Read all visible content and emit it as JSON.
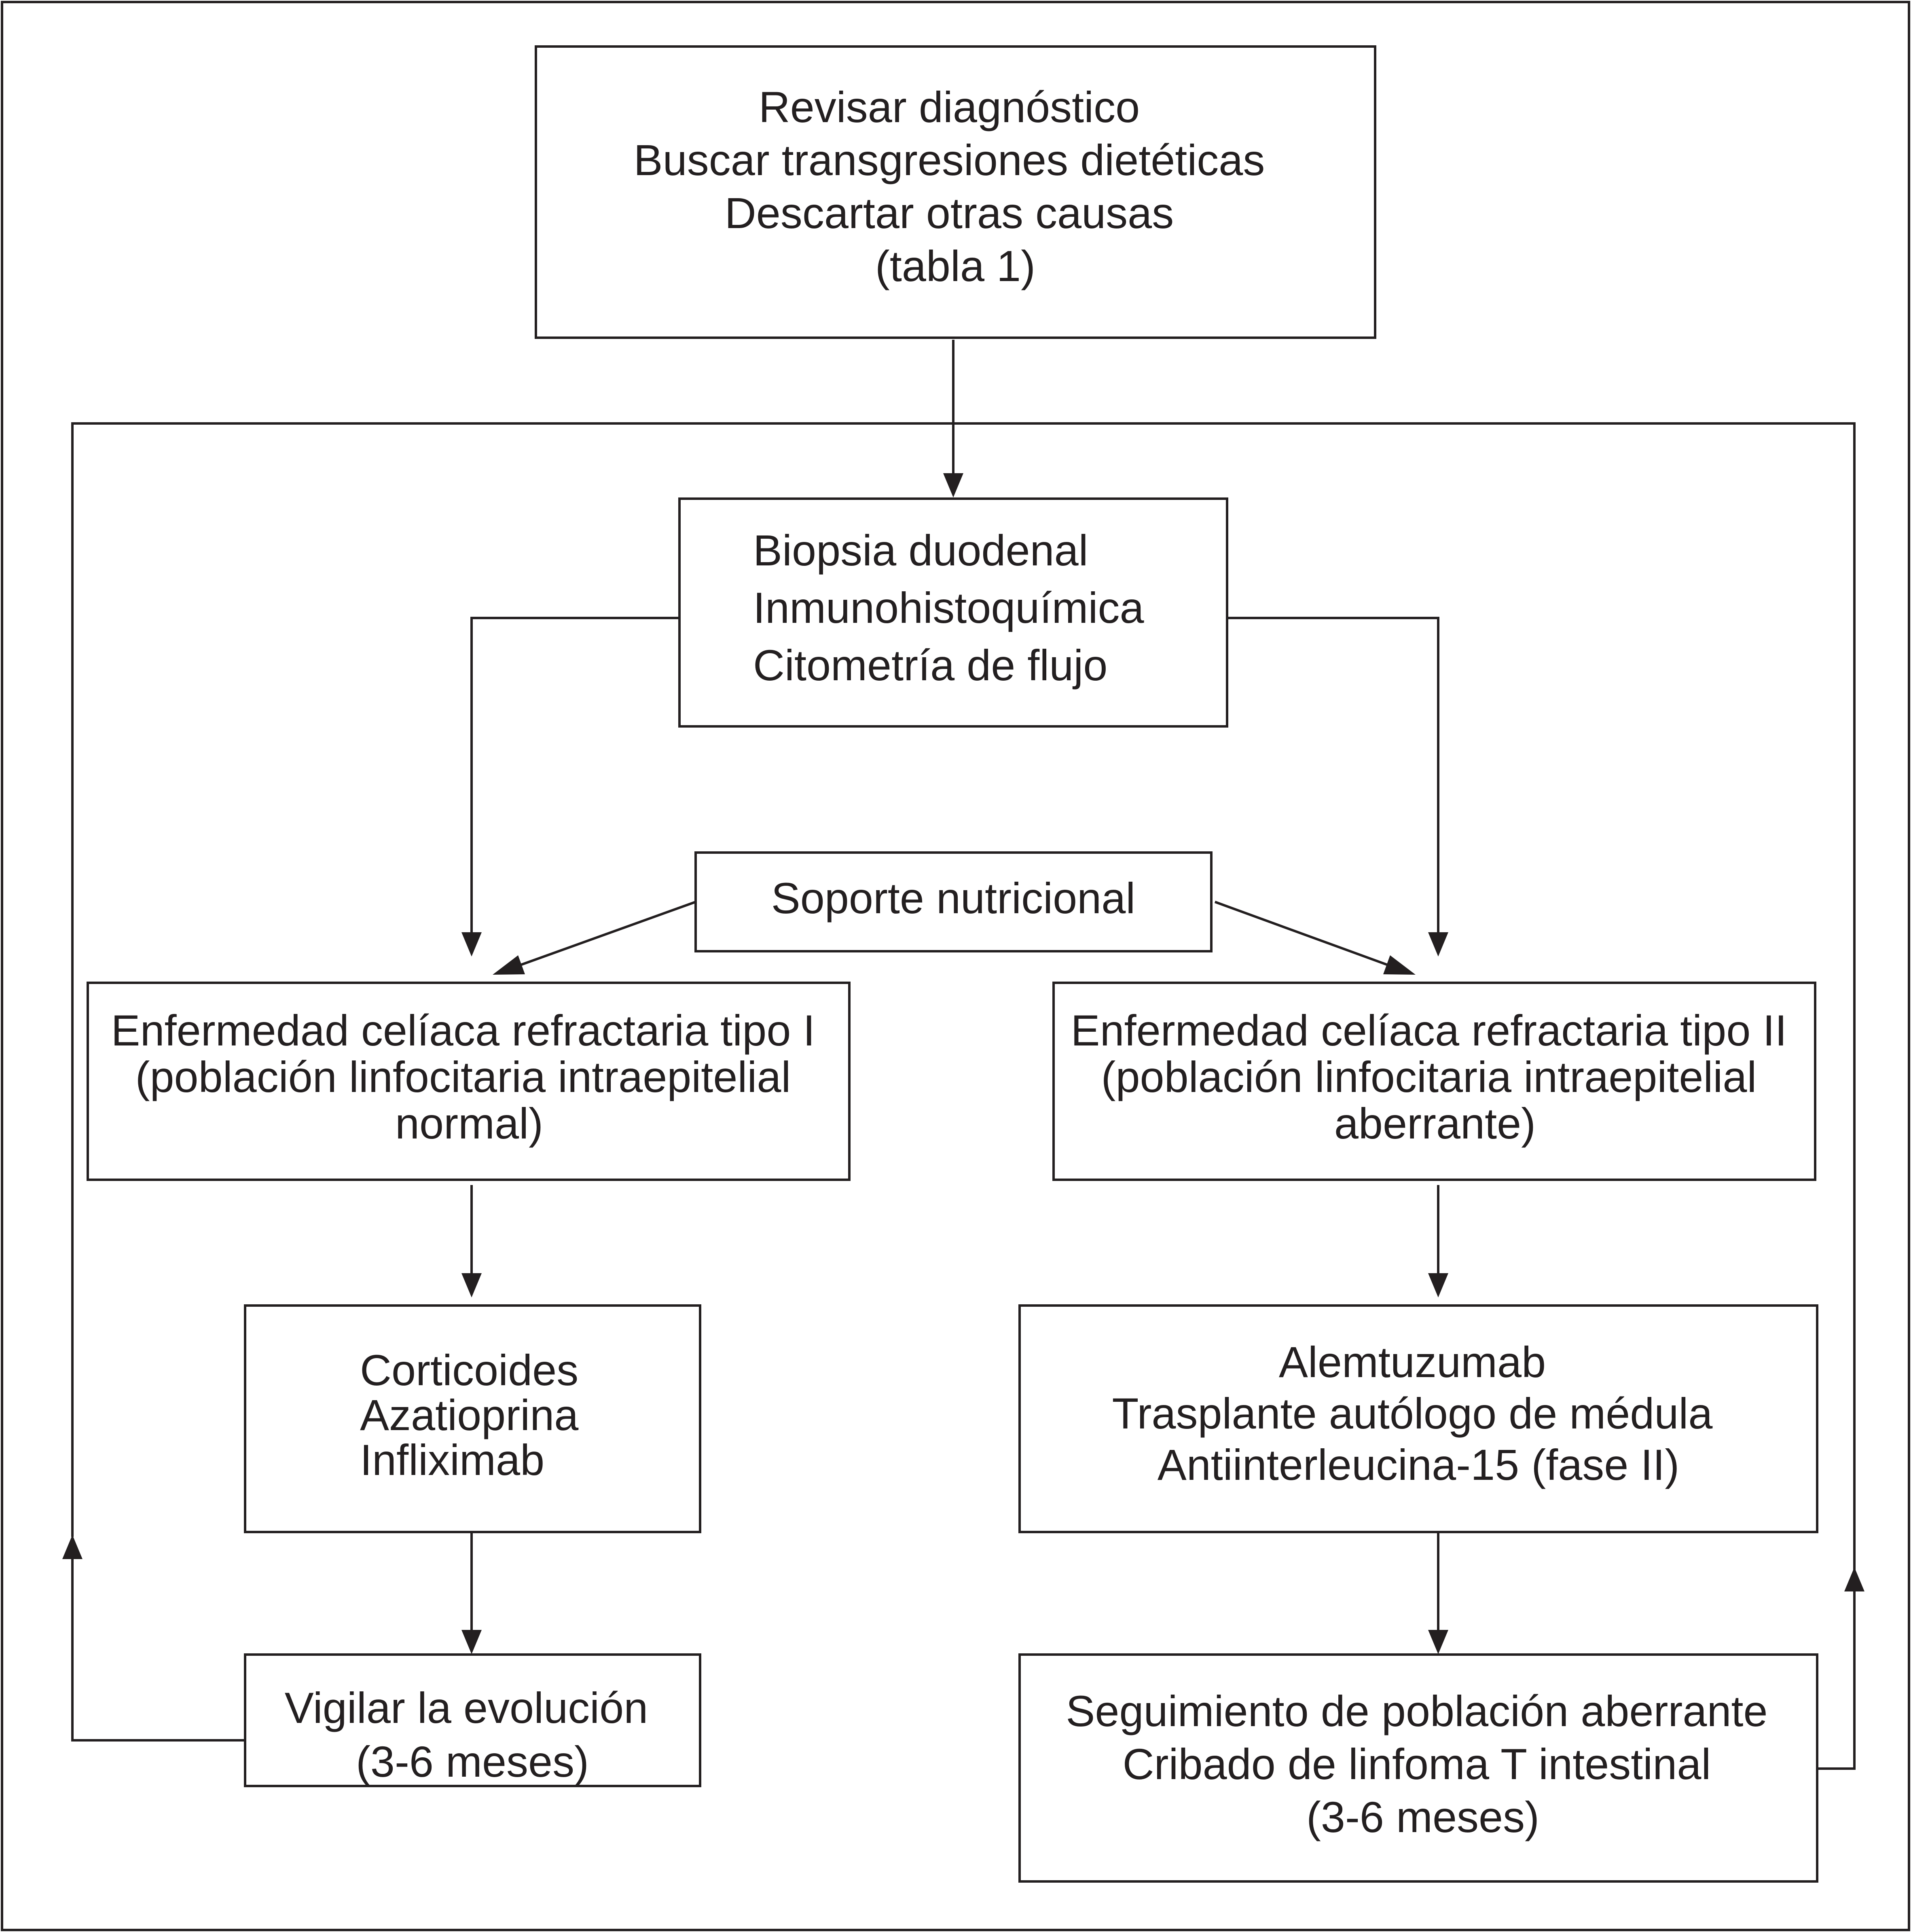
{
  "nodes": {
    "review": {
      "lines": [
        "Revisar diagnóstico",
        "Buscar transgresiones dietéticas",
        "Descartar otras causas",
        "(tabla 1)"
      ]
    },
    "biopsy": {
      "lines": [
        "Biopsia duodenal",
        "Inmunohistoquímica",
        "Citometría de flujo"
      ]
    },
    "nutrition": {
      "lines": [
        "Soporte nutricional"
      ]
    },
    "type1": {
      "lines": [
        "Enfermedad celíaca refractaria tipo I",
        "(población linfocitaria intraepitelial",
        "normal)"
      ]
    },
    "type2": {
      "lines": [
        "Enfermedad celíaca refractaria tipo II",
        "(población linfocitaria intraepitelial",
        "aberrante)"
      ]
    },
    "treatment1": {
      "lines": [
        "Corticoides",
        "Azatioprina",
        "Infliximab"
      ]
    },
    "treatment2": {
      "lines": [
        "Alemtuzumab",
        "Trasplante autólogo de médula",
        "Antiinterleucina-15 (fase II)"
      ]
    },
    "followup1": {
      "lines": [
        "Vigilar la evolución",
        "(3-6 meses)"
      ]
    },
    "followup2": {
      "lines": [
        "Seguimiento de población aberrante",
        "Cribado de linfoma T intestinal",
        "(3-6 meses)"
      ]
    }
  },
  "colors": {
    "stroke": "#231f20",
    "text": "#231f20",
    "background": "#ffffff"
  }
}
